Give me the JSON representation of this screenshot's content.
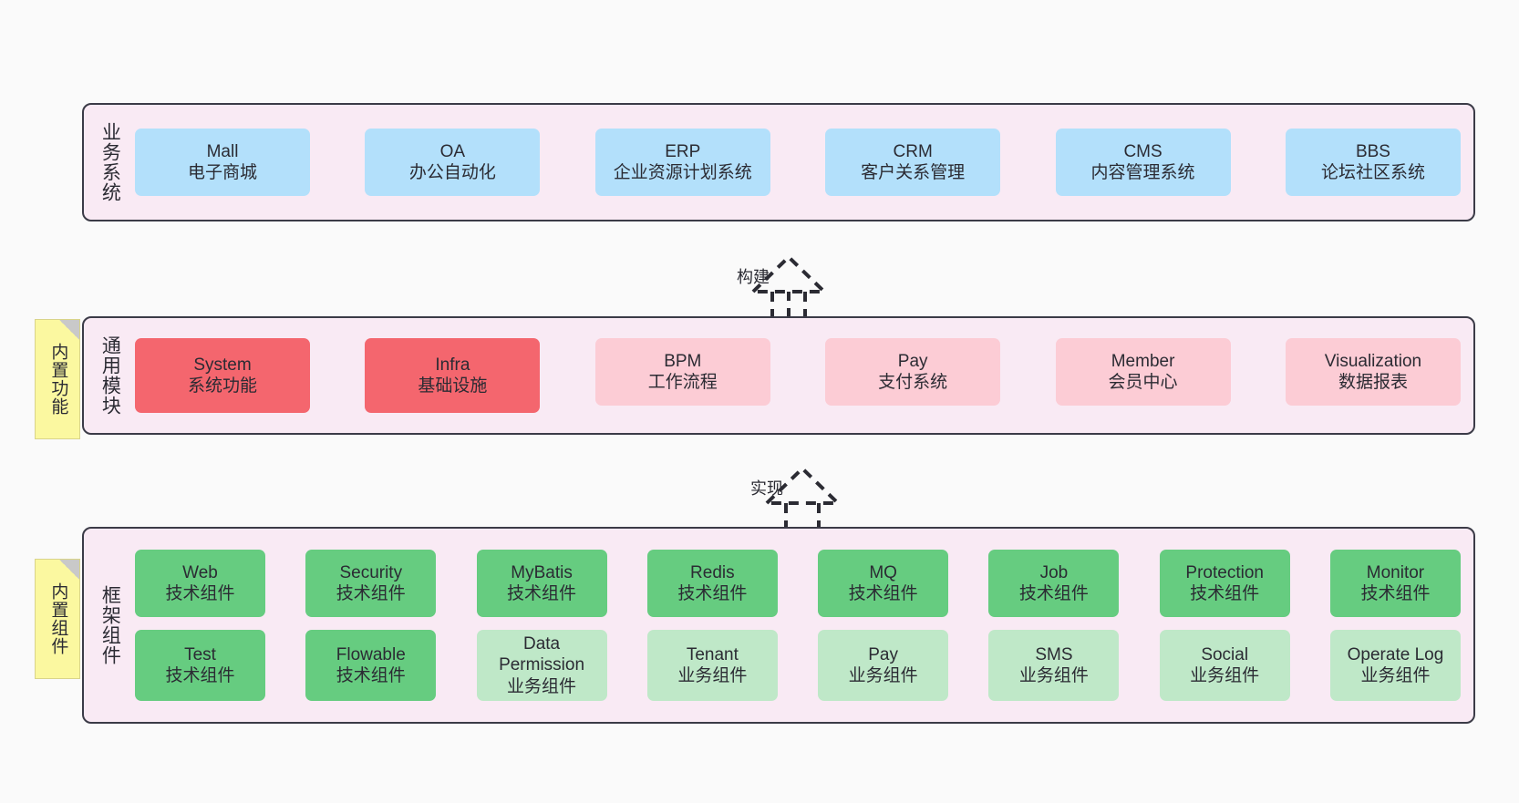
{
  "diagram": {
    "background": "#fafafa",
    "layers": [
      {
        "id": "business",
        "title": "业务系统",
        "nodes": [
          {
            "en": "Mall",
            "cn": "电子商城",
            "color": "#b3e0fb"
          },
          {
            "en": "OA",
            "cn": "办公自动化",
            "color": "#b3e0fb"
          },
          {
            "en": "ERP",
            "cn": "企业资源计划系统",
            "color": "#b3e0fb"
          },
          {
            "en": "CRM",
            "cn": "客户关系管理",
            "color": "#b3e0fb"
          },
          {
            "en": "CMS",
            "cn": "内容管理系统",
            "color": "#b3e0fb"
          },
          {
            "en": "BBS",
            "cn": "论坛社区系统",
            "color": "#b3e0fb"
          }
        ]
      },
      {
        "id": "common",
        "title": "通用模块",
        "note": "内置功能",
        "nodes": [
          {
            "en": "System",
            "cn": "系统功能",
            "color": "#f4666e"
          },
          {
            "en": "Infra",
            "cn": "基础设施",
            "color": "#f4666e"
          },
          {
            "en": "BPM",
            "cn": "工作流程",
            "color": "#fcccd5"
          },
          {
            "en": "Pay",
            "cn": "支付系统",
            "color": "#fcccd5"
          },
          {
            "en": "Member",
            "cn": "会员中心",
            "color": "#fcccd5"
          },
          {
            "en": "Visualization",
            "cn": "数据报表",
            "color": "#fcccd5"
          }
        ]
      },
      {
        "id": "framework",
        "title": "框架组件",
        "note": "内置组件",
        "rows": [
          [
            {
              "en": "Web",
              "cn": "技术组件",
              "color": "#66cc80"
            },
            {
              "en": "Security",
              "cn": "技术组件",
              "color": "#66cc80"
            },
            {
              "en": "MyBatis",
              "cn": "技术组件",
              "color": "#66cc80"
            },
            {
              "en": "Redis",
              "cn": "技术组件",
              "color": "#66cc80"
            },
            {
              "en": "MQ",
              "cn": "技术组件",
              "color": "#66cc80"
            },
            {
              "en": "Job",
              "cn": "技术组件",
              "color": "#66cc80"
            },
            {
              "en": "Protection",
              "cn": "技术组件",
              "color": "#66cc80"
            },
            {
              "en": "Monitor",
              "cn": "技术组件",
              "color": "#66cc80"
            }
          ],
          [
            {
              "en": "Test",
              "cn": "技术组件",
              "color": "#66cc80"
            },
            {
              "en": "Flowable",
              "cn": "技术组件",
              "color": "#66cc80"
            },
            {
              "en": "Data Permission",
              "cn": "业务组件",
              "color": "#bfe8c8"
            },
            {
              "en": "Tenant",
              "cn": "业务组件",
              "color": "#bfe8c8"
            },
            {
              "en": "Pay",
              "cn": "业务组件",
              "color": "#bfe8c8"
            },
            {
              "en": "SMS",
              "cn": "业务组件",
              "color": "#bfe8c8"
            },
            {
              "en": "Social",
              "cn": "业务组件",
              "color": "#bfe8c8"
            },
            {
              "en": "Operate Log",
              "cn": "业务组件",
              "color": "#bfe8c8"
            }
          ]
        ]
      }
    ],
    "connectors": [
      {
        "id": "build",
        "label": "构建"
      },
      {
        "id": "implement",
        "label": "实现"
      }
    ]
  }
}
